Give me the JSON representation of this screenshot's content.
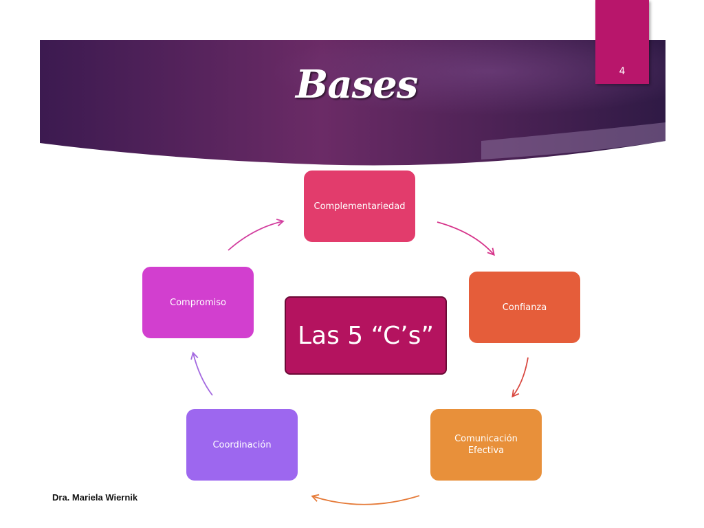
{
  "slide": {
    "title": "Bases",
    "number": "4",
    "author": "Dra. Mariela Wiernik"
  },
  "diagram": {
    "center": "Las 5 “C’s”",
    "nodes": [
      {
        "label": "Complementariedad",
        "color": "#e23c6c"
      },
      {
        "label": "Confianza",
        "color": "#e55d3a"
      },
      {
        "label": "Comunicación\nEfectiva",
        "color": "#e8903a"
      },
      {
        "label": "Coordinación",
        "color": "#9d67ef"
      },
      {
        "label": "Compromiso",
        "color": "#d23fcf"
      }
    ]
  },
  "colors": {
    "banner_dark": "#3a1a4f",
    "banner_mid": "#6a2a68",
    "accent_tab": "#b8166b",
    "center_box": "#b4135f"
  }
}
